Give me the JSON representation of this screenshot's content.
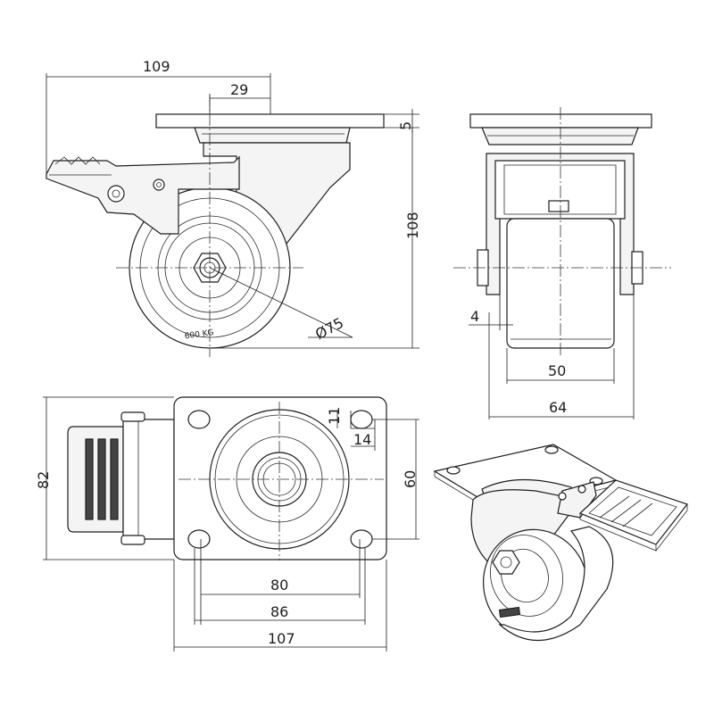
{
  "dimensions": {
    "overall_length": "109",
    "plate_offset": "29",
    "plate_thickness": "5",
    "height": "108",
    "wheel_diameter": "Ø75",
    "side_gap": "4",
    "wheel_width": "50",
    "frame_width": "64",
    "plate_width": "82",
    "hole_spacing_y": "60",
    "hole_slot_h": "11",
    "hole_slot_w": "14",
    "hole_spacing_x1": "80",
    "hole_spacing_x2": "86",
    "plate_length": "107"
  },
  "wheel_label": "600 KG"
}
